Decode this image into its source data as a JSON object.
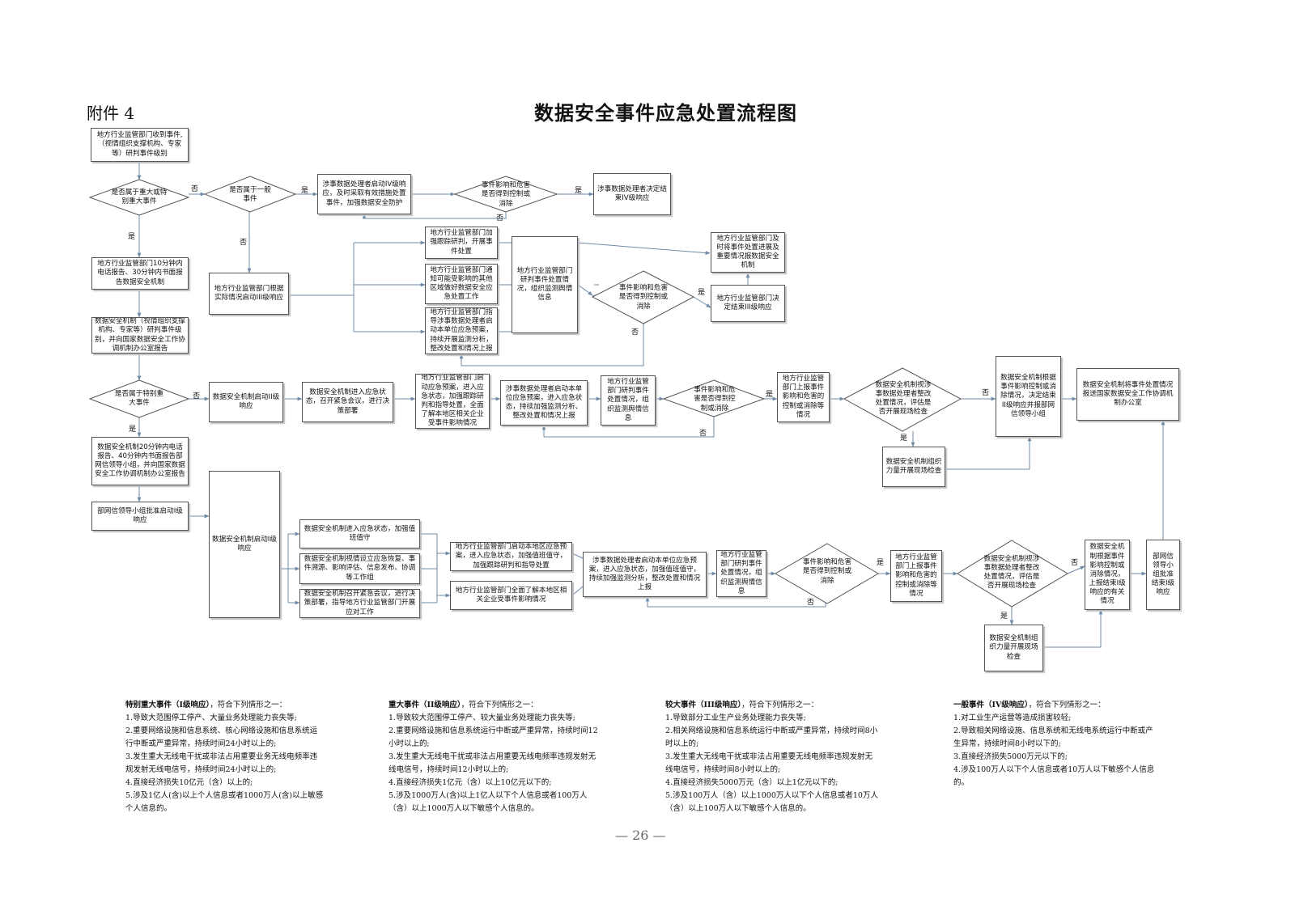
{
  "header": {
    "attachment": "附件 4",
    "title": "数据安全事件应急处置流程图"
  },
  "nodes": {
    "n_start": "地方行业监管部门收到事件,（视情组织支撑机构、专家等）研判事件级别",
    "d_major": "是否属于重大或特别重大事件",
    "d_general": "是否属于一般事件",
    "n_iv_start": "涉事数据处理者启动IV级响应，及时采取有效措施处置事件，加强数据安全防护",
    "d_iv_ctrl": "事件影响和危害是否得到控制或消除",
    "n_iv_end": "涉事数据处理者决定结束IV级响应",
    "n_report_10min": "地方行业监管部门10分钟内电话报告、30分钟内书面报告数据安全机制",
    "n_iii_start": "地方行业监管部门根据实际情况启动III级响应",
    "n_iii_a": "地方行业监管部门加强跟踪研判，开展事件处置",
    "n_iii_b": "地方行业监管部门通知可能受影响的其他区域做好数据安全应急处置工作",
    "n_iii_c": "地方行业监管部门指导涉事数据处理者启动本单位应急预案，持续开展监测分析，整改处置和情况上报",
    "n_iii_judge": "地方行业监管部门研判事件处置情况，组织监测舆情信息",
    "d_iii_ctrl": "事件影响和危害是否得到控制或消除",
    "n_iii_report": "地方行业监管部门及时将事件处置进展及重要情况报数据安全机制",
    "n_iii_end": "地方行业监管部门决定结束III级响应",
    "n_mech_study": "数据安全机制（视情组织支撑机构、专家等）研判事件级别，并向国家数据安全工作协调机制办公室报告",
    "d_especial": "是否属于特别重大事件",
    "n_ii_start": "数据安全机制启动II级响应",
    "n_ii_emerg": "数据安全机制进入应急状态，召开紧急会议，进行决策部署",
    "n_ii_local": "地方行业监管部门启动应急预案，进入应急状态，加强跟踪研判和指导处置，全面了解本地区相关企业受事件影响情况",
    "n_ii_proc": "涉事数据处理者启动本单位应急预案，进入应急状态，持续加强监测分析、整改处置和情况上报",
    "n_ii_judge": "地方行业监管部门研判事件处置情况，组织监测舆情信息",
    "d_ii_ctrl": "事件影响和危害是否得到控制或消除",
    "n_ii_report": "地方行业监管部门上报事件影响和危害的控制或消除等情况",
    "d_ii_check": "数据安全机制视涉事数据处理者整改处置情况，评估是否开展现场检查",
    "n_ii_onsite": "数据安全机制组织力量开展现场检查",
    "n_ii_end": "数据安全机制根据事件影响控制或消除情况，决定结束II级响应并报部网信领导小组",
    "n_ii_final": "数据安全机制将事件处置情况报送国家数据安全工作协调机制办公室",
    "n_report_20min": "数据安全机制20分钟内电话报告、40分钟内书面报告部网信领导小组，并向国家数据安全工作协调机制办公室报告",
    "n_i_approve": "部网信领导小组批准启动I级响应",
    "n_i_start": "数据安全机制启动I级响应",
    "n_i_a": "数据安全机制进入应急状态，加强值班值守",
    "n_i_b": "数据安全机制视情设立应急恢复、事件溯源、影响评估、信息发布、协调等工作组",
    "n_i_c": "数据安全机制召开紧急会议，进行决策部署，指导地方行业监管部门开展应对工作",
    "n_i_local_a": "地方行业监管部门启动本地区应急预案，进入应急状态，加强值班值守，加强跟踪研判和指导处置",
    "n_i_local_b": "地方行业监管部门全面了解本地区相关企业受事件影响情况",
    "n_i_proc": "涉事数据处理者启动本单位应急预案，进入应急状态，加强值班值守，持续加强监测分析，整改处置和情况上报",
    "n_i_judge": "地方行业监管部门研判事件处置情况，组织监测舆情信息",
    "d_i_ctrl": "事件影响和危害是否得到控制或消除",
    "n_i_report": "地方行业监管部门上报事件影响和危害的控制或消除等情况",
    "d_i_check": "数据安全机制视涉事数据处理者整改处置情况，评估是否开展现场检查",
    "n_i_onsite": "数据安全机制组织力量开展现场检查",
    "n_i_end": "数据安全机制根据事件影响控制或消除情况，上报结束I级响应的有关情况",
    "n_i_final": "部网信领导小组批准结束I级响应"
  },
  "edge_labels": {
    "yes": "是",
    "no": "否"
  },
  "criteria": [
    {
      "title": "特别重大事件（I级响应）",
      "intro": "，符合下列情形之一：",
      "items": [
        "1.导致大范围停工停产、大量业务处理能力丧失等;",
        "2.重要网络设施和信息系统、核心网络设施和信息系统运行中断或严重异常，持续时间24小时以上的;",
        "3.发生重大无线电干扰或非法占用重要业务无线电频率违规发射无线电信号，持续时间24小时以上的;",
        "4.直接经济损失10亿元（含）以上的;",
        "5.涉及1亿人(含)以上个人信息或者1000万人(含)以上敏感个人信息的。"
      ]
    },
    {
      "title": "重大事件（II级响应）",
      "intro": "，符合下列情形之一：",
      "items": [
        "1.导致较大范围停工停产、较大量业务处理能力丧失等;",
        "2.重要网络设施和信息系统运行中断或严重异常，持续时间12小时以上的;",
        "3.发生重大无线电干扰或非法占用重要无线电频率违规发射无线电信号，持续时间12小时以上的;",
        "4.直接经济损失1亿元（含）以上10亿元以下的;",
        "5.涉及1000万人(含)以上1亿人以下个人信息或者100万人（含）以上1000万人以下敏感个人信息的。"
      ]
    },
    {
      "title": "较大事件（III级响应）",
      "intro": "，符合下列情形之一：",
      "items": [
        "1.导致部分工业生产业务处理能力丧失等;",
        "2.相关网络设施和信息系统运行中断或严重异常，持续时间8小时以上的;",
        "3.发生重大无线电干扰或非法占用重要无线电频率违规发射无线电信号，持续时间8小时以上的;",
        "4.直接经济损失5000万元（含）以上1亿元以下的;",
        "5.涉及100万人（含）以上1000万人以下个人信息或者10万人（含）以上100万人以下敏感个人信息的。"
      ]
    },
    {
      "title": "一般事件（IV级响应）",
      "intro": "，符合下列情形之一：",
      "items": [
        "1.对工业生产运营等造成损害较轻;",
        "2.导致相关网络设施、信息系统和无线电系统运行中断或产生异常，持续时间8小时以下的;",
        "3.直接经济损失5000万元以下的;",
        "4.涉及100万人以下个人信息或者10万人以下敏感个人信息的。"
      ]
    }
  ],
  "page_number": "— 26 —"
}
